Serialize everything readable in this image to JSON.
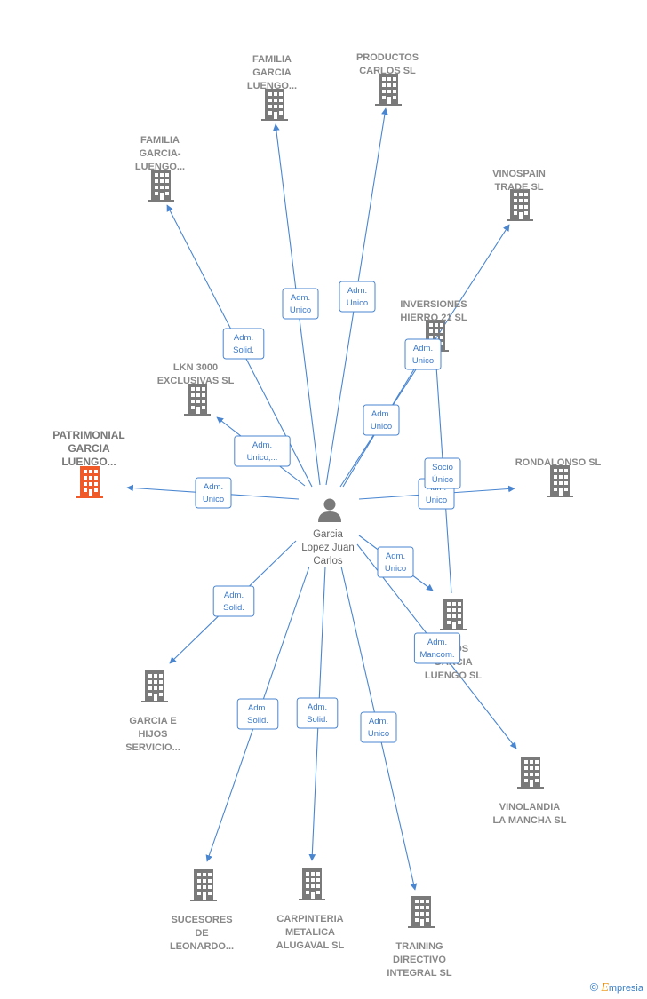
{
  "center": {
    "name_lines": [
      "Garcia",
      "Lopez Juan",
      "Carlos"
    ]
  },
  "companies": [
    {
      "id": "familia1",
      "lines": [
        "FAMILIA",
        "GARCIA",
        "LUENGO..."
      ],
      "color": "#7a7a7a"
    },
    {
      "id": "productos",
      "lines": [
        "PRODUCTOS",
        "CARLOS SL"
      ],
      "color": "#7a7a7a"
    },
    {
      "id": "familia2",
      "lines": [
        "FAMILIA",
        "GARCIA-",
        "LUENGO..."
      ],
      "color": "#7a7a7a"
    },
    {
      "id": "vinospain",
      "lines": [
        "VINOSPAIN",
        "TRADE  SL"
      ],
      "color": "#7a7a7a"
    },
    {
      "id": "inversiones",
      "lines": [
        "INVERSIONES",
        "HIERRO 21  SL"
      ],
      "color": "#7a7a7a"
    },
    {
      "id": "lkn",
      "lines": [
        "LKN 3000",
        "EXCLUSIVAS SL"
      ],
      "color": "#7a7a7a"
    },
    {
      "id": "patrimonial",
      "lines": [
        "PATRIMONIAL",
        "GARCIA",
        "LUENGO..."
      ],
      "color": "#f05a28",
      "focus": true
    },
    {
      "id": "rondalonso",
      "lines": [
        "RONDALONSO SL"
      ],
      "color": "#7a7a7a"
    },
    {
      "id": "vinos",
      "lines": [
        "VINOS",
        "GARCIA",
        "LUENGO  SL"
      ],
      "color": "#7a7a7a"
    },
    {
      "id": "garciae",
      "lines": [
        "GARCIA E",
        "HIJOS",
        "SERVICIO..."
      ],
      "color": "#7a7a7a"
    },
    {
      "id": "vinolandia",
      "lines": [
        "VINOLANDIA",
        "LA MANCHA SL"
      ],
      "color": "#7a7a7a"
    },
    {
      "id": "sucesores",
      "lines": [
        "SUCESORES",
        "DE",
        "LEONARDO..."
      ],
      "color": "#7a7a7a"
    },
    {
      "id": "carpinteria",
      "lines": [
        "CARPINTERIA",
        "METALICA",
        "ALUGAVAL SL"
      ],
      "color": "#7a7a7a"
    },
    {
      "id": "training",
      "lines": [
        "TRAINING",
        "DIRECTIVO",
        "INTEGRAL  SL"
      ],
      "color": "#7a7a7a"
    }
  ],
  "edges": [
    {
      "to": "familia1",
      "label_lines": [
        "Adm.",
        "Unico"
      ]
    },
    {
      "to": "productos",
      "label_lines": [
        "Adm.",
        "Unico"
      ]
    },
    {
      "to": "familia2",
      "label_lines": [
        "Adm.",
        "Solid."
      ]
    },
    {
      "to": "vinospain",
      "label_lines": [
        "Adm.",
        "Unico"
      ]
    },
    {
      "to": "inversiones",
      "label_lines": [
        "Adm.",
        "Unico"
      ]
    },
    {
      "to": "lkn",
      "label_lines": [
        "Adm.",
        "Unico,..."
      ]
    },
    {
      "to": "patrimonial",
      "label_lines": [
        "Adm.",
        "Unico"
      ]
    },
    {
      "to": "rondalonso",
      "label_lines": [
        "Adm.",
        "Unico"
      ]
    },
    {
      "to": "vinos",
      "label_lines": [
        "Adm.",
        "Unico"
      ]
    },
    {
      "to": "garciae",
      "label_lines": [
        "Adm.",
        "Solid."
      ]
    },
    {
      "to": "vinolandia",
      "label_lines": [
        "Adm.",
        "Mancom."
      ]
    },
    {
      "to": "sucesores",
      "label_lines": [
        "Adm.",
        "Solid."
      ]
    },
    {
      "to": "carpinteria",
      "label_lines": [
        "Adm.",
        "Solid."
      ]
    },
    {
      "to": "training",
      "label_lines": [
        "Adm.",
        "Unico"
      ]
    },
    {
      "from": "vinos",
      "to": "inversiones",
      "label_lines": [
        "Socio",
        "Único"
      ]
    }
  ],
  "colors": {
    "edge": "#4a86d0",
    "node": "#7a7a7a",
    "focus": "#f05a28",
    "person": "#7a7a7a"
  },
  "credit": {
    "symbol": "©",
    "brand_initial": "E",
    "brand_rest": "mpresia"
  }
}
